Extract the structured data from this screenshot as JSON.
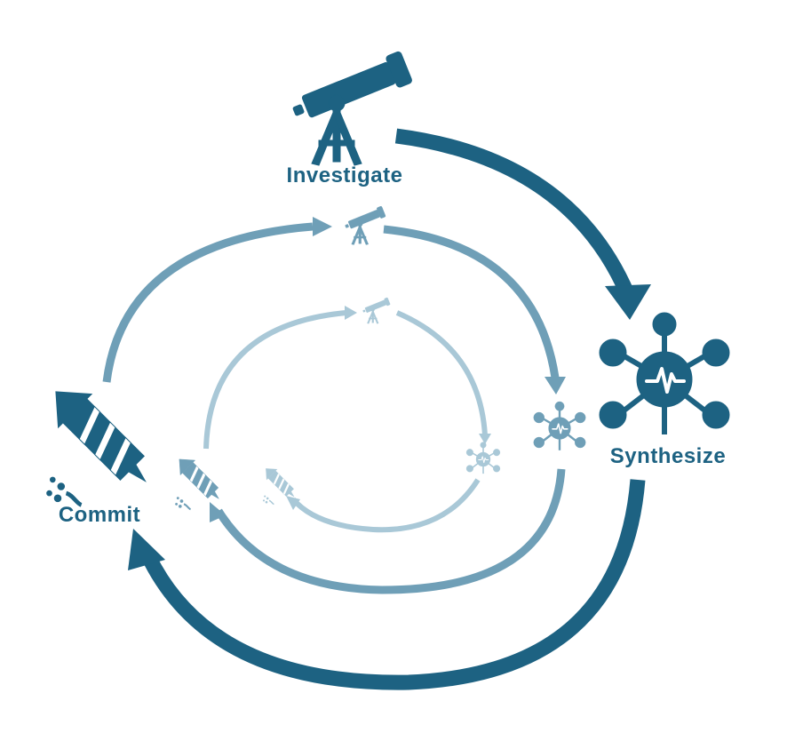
{
  "stages": {
    "investigate": "Investigate",
    "synthesize": "Synthesize",
    "commit": "Commit"
  },
  "colors": {
    "outer": "#1d6282",
    "middle": "#6f9fb7",
    "inner": "#a9c8d7",
    "background": "#ffffff"
  },
  "icons": {
    "investigate": "telescope-icon",
    "synthesize": "network-hub-icon",
    "commit": "rocket-icon"
  }
}
